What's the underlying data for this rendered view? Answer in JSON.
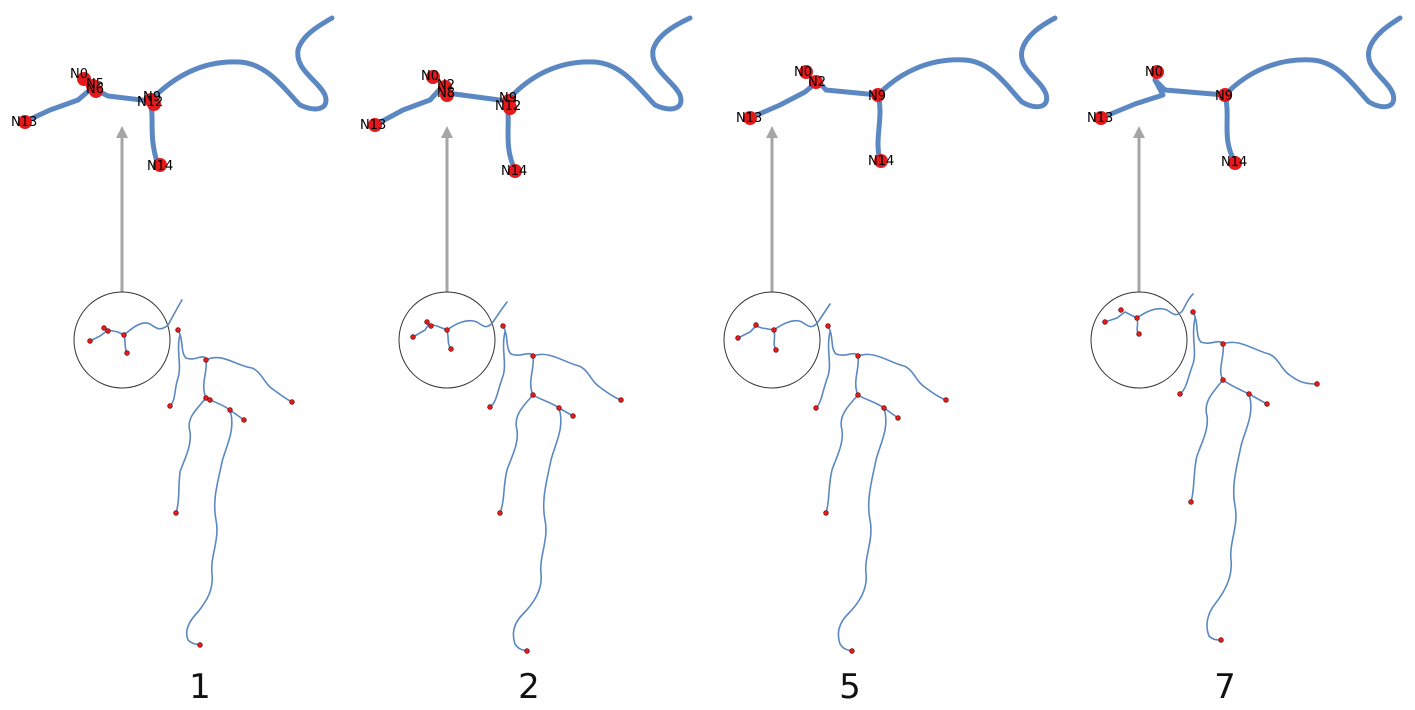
{
  "colors": {
    "river": "#5b88c2",
    "node": "#e31a1c",
    "arrow": "#a6a6a6",
    "circle": "#333333"
  },
  "panels": [
    {
      "caption": "1",
      "labels": [
        "N0",
        "N5",
        "N6",
        "N9",
        "N12",
        "N13",
        "N14"
      ]
    },
    {
      "caption": "2",
      "labels": [
        "N0",
        "N2",
        "N8",
        "N9",
        "N12",
        "N13",
        "N14"
      ]
    },
    {
      "caption": "5",
      "labels": [
        "N0",
        "N2",
        "N9",
        "N13",
        "N14"
      ]
    },
    {
      "caption": "7",
      "labels": [
        "N0",
        "N9",
        "N13",
        "N14"
      ]
    }
  ]
}
